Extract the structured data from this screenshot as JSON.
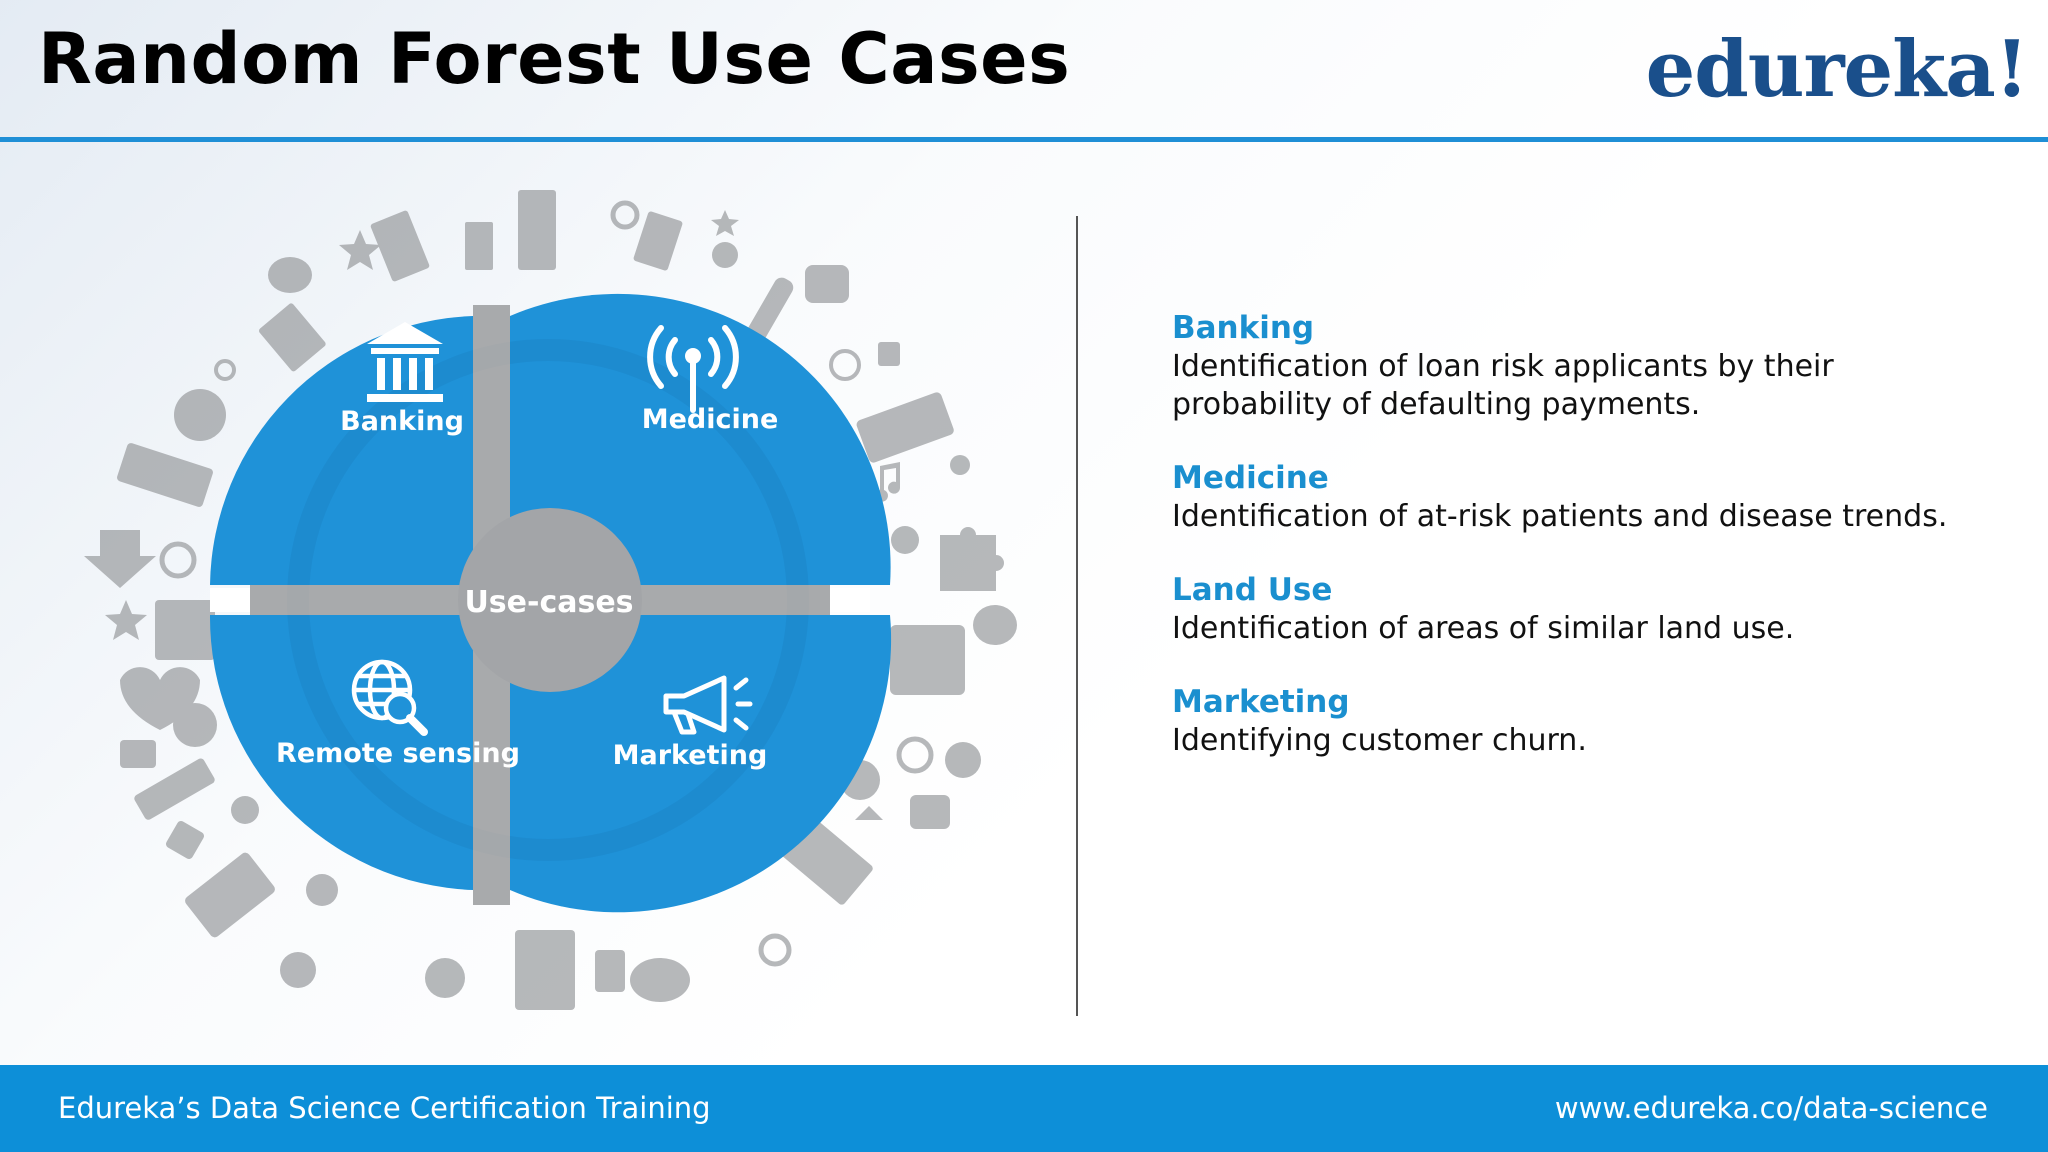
{
  "header": {
    "title": "Random Forest Use Cases",
    "logo_text": "edureka!"
  },
  "diagram": {
    "center_label": "Use-cases",
    "quadrants": [
      {
        "label": "Banking",
        "icon": "bank-icon"
      },
      {
        "label": "Medicine",
        "icon": "signal-tower-icon"
      },
      {
        "label": "Remote sensing",
        "icon": "globe-search-icon"
      },
      {
        "label": "Marketing",
        "icon": "megaphone-icon"
      }
    ]
  },
  "cases": [
    {
      "title": "Banking",
      "lines": [
        "Identification of loan risk applicants by their",
        "probability of defaulting payments."
      ]
    },
    {
      "title": "Medicine",
      "lines": [
        "Identification of at-risk patients and disease trends."
      ]
    },
    {
      "title": "Land Use",
      "lines": [
        "Identification of areas of similar land use."
      ]
    },
    {
      "title": "Marketing",
      "lines": [
        "Identifying customer churn."
      ]
    }
  ],
  "footer": {
    "left": "Edureka’s Data Science Certification Training",
    "right": "www.edureka.co/data-science"
  },
  "colors": {
    "accent": "#1a8fcf",
    "footer_bg": "#0d8fd8",
    "logo": "#1a4f8b",
    "quadrant": "#1f92d8",
    "cross": "#a3a5a8"
  }
}
